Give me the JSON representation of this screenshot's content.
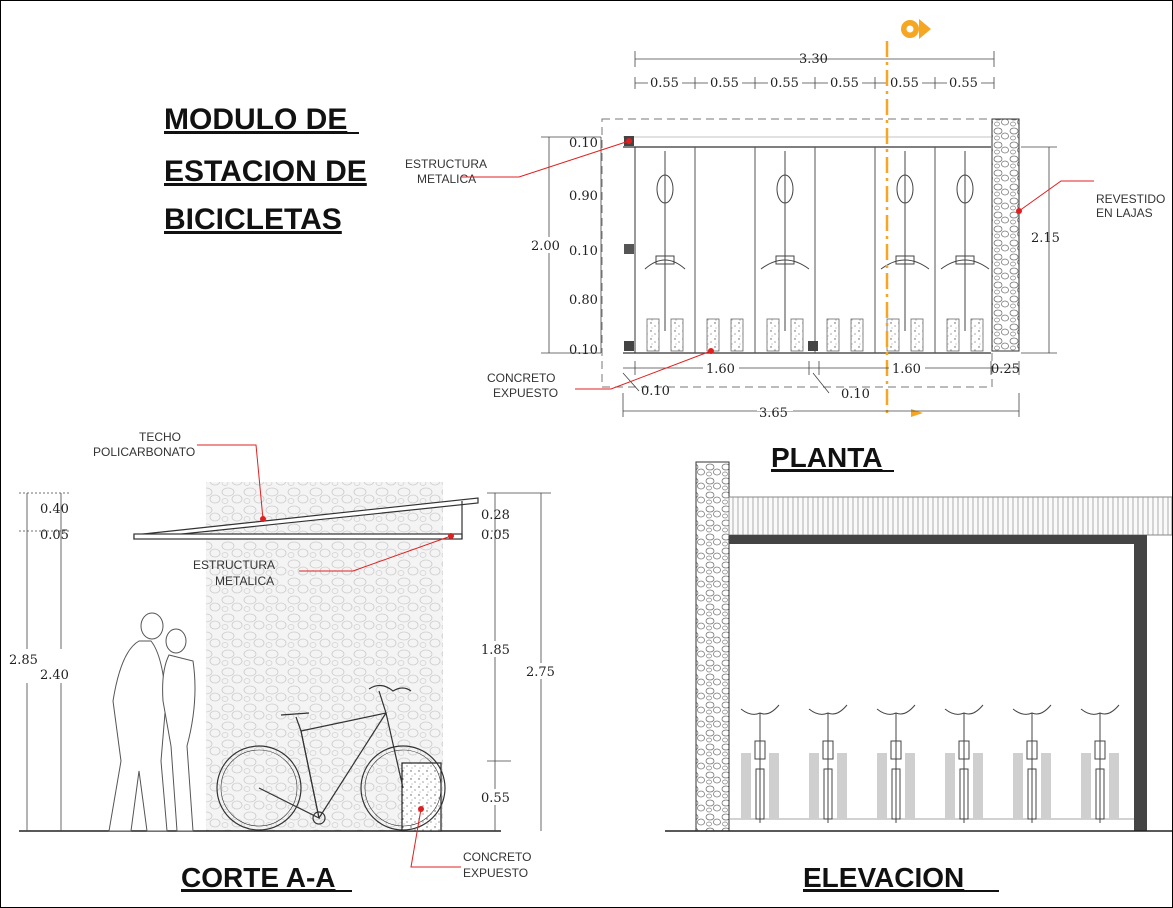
{
  "titles": {
    "main": [
      "MODULO DE",
      "ESTACION DE",
      "BICICLETAS"
    ],
    "plan": "PLANTA",
    "section": "CORTE A-A",
    "elevation": "ELEVACION"
  },
  "plan": {
    "total_width": "3.30",
    "module_widths": [
      "0.55",
      "0.55",
      "0.55",
      "0.55",
      "0.55",
      "0.55"
    ],
    "left_dims": [
      "0.10",
      "0.90",
      "0.10",
      "0.80",
      "0.10"
    ],
    "total_depth": "2.00",
    "right_dim": "2.15",
    "bottom_dims": [
      "1.60",
      "1.60",
      "0.25"
    ],
    "gap_dims": [
      "0.10",
      "0.10"
    ],
    "overall_bottom": "3.65",
    "labels": {
      "structure": [
        "ESTRUCTURA",
        "METALICA"
      ],
      "cladding": [
        "REVESTIDO",
        "EN LAJAS"
      ],
      "concrete": [
        "CONCRETO",
        "EXPUESTO"
      ]
    }
  },
  "section": {
    "roof_label": [
      "TECHO",
      "POLICARBONATO"
    ],
    "structure_label": [
      "ESTRUCTURA",
      "METALICA"
    ],
    "concrete_label": [
      "CONCRETO",
      "EXPUESTO"
    ],
    "left_dims": [
      "0.40",
      "0.05",
      "2.85",
      "2.40"
    ],
    "right_dims": [
      "0.28",
      "0.05",
      "1.85",
      "2.75",
      "0.55"
    ]
  },
  "colors": {
    "accent": "#f5a623",
    "leader": "#e02020",
    "line": "#1a1a1a"
  }
}
